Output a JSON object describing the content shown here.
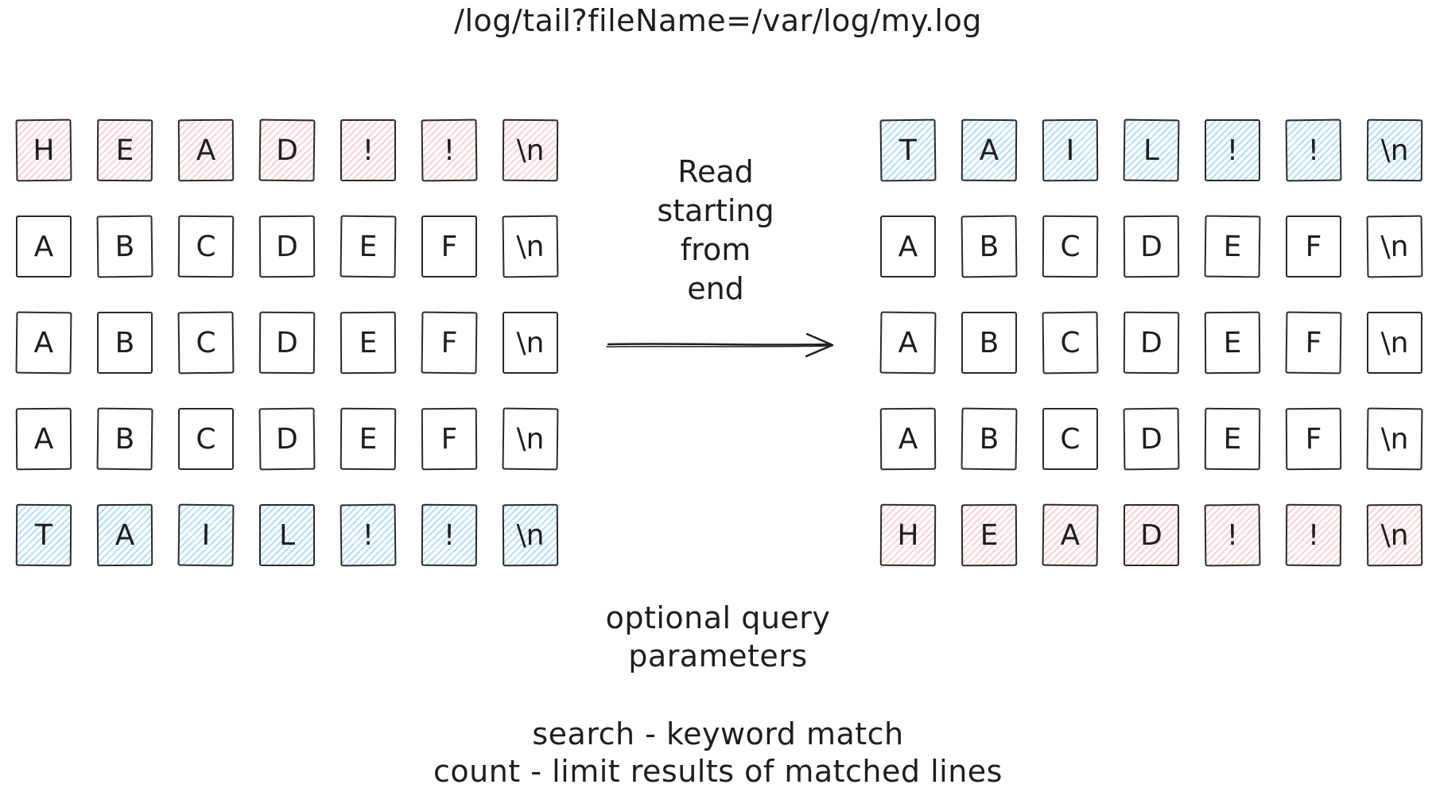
{
  "title": "/log/tail?fileName=/var/log/my.log",
  "arrow_label": [
    "Read",
    "starting",
    "from",
    "end"
  ],
  "params": {
    "heading": [
      "optional query",
      "parameters"
    ],
    "search": "search - keyword match",
    "count": "count - limit results of matched lines"
  },
  "colors": {
    "head": "#ffc9c9",
    "tail": "#a5d8ff",
    "stroke": "#1e1e1e"
  },
  "left_grid": [
    {
      "kind": "head",
      "cells": [
        "H",
        "E",
        "A",
        "D",
        "!",
        "!",
        "\\n"
      ]
    },
    {
      "kind": "plain",
      "cells": [
        "A",
        "B",
        "C",
        "D",
        "E",
        "F",
        "\\n"
      ]
    },
    {
      "kind": "plain",
      "cells": [
        "A",
        "B",
        "C",
        "D",
        "E",
        "F",
        "\\n"
      ]
    },
    {
      "kind": "plain",
      "cells": [
        "A",
        "B",
        "C",
        "D",
        "E",
        "F",
        "\\n"
      ]
    },
    {
      "kind": "tail",
      "cells": [
        "T",
        "A",
        "I",
        "L",
        "!",
        "!",
        "\\n"
      ]
    }
  ],
  "right_grid": [
    {
      "kind": "tail",
      "cells": [
        "T",
        "A",
        "I",
        "L",
        "!",
        "!",
        "\\n"
      ]
    },
    {
      "kind": "plain",
      "cells": [
        "A",
        "B",
        "C",
        "D",
        "E",
        "F",
        "\\n"
      ]
    },
    {
      "kind": "plain",
      "cells": [
        "A",
        "B",
        "C",
        "D",
        "E",
        "F",
        "\\n"
      ]
    },
    {
      "kind": "plain",
      "cells": [
        "A",
        "B",
        "C",
        "D",
        "E",
        "F",
        "\\n"
      ]
    },
    {
      "kind": "head",
      "cells": [
        "H",
        "E",
        "A",
        "D",
        "!",
        "!",
        "\\n"
      ]
    }
  ]
}
